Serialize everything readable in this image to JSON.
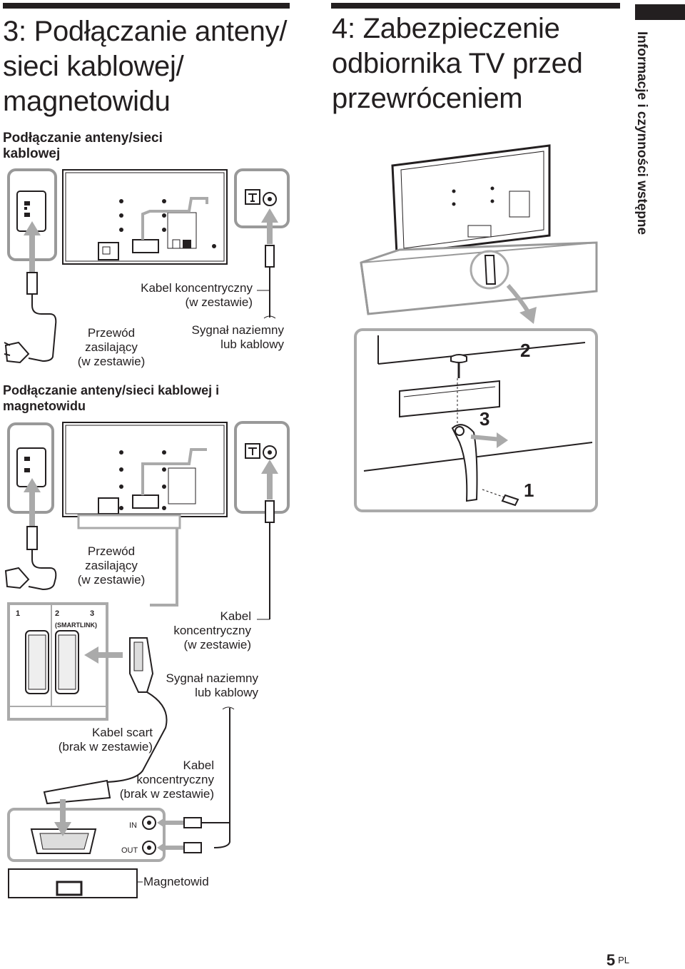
{
  "left": {
    "title_lines": [
      "3: Podłączanie anteny/",
      "sieci kablowej/",
      "magnetowidu"
    ],
    "subtitle1_lines": [
      "Podłączanie anteny/sieci",
      "kablowej"
    ],
    "fig1": {
      "coax_label_lines": [
        "Kabel koncentryczny",
        "(w zestawie)"
      ],
      "power_label_lines": [
        "Przewód",
        "zasilający",
        "(w zestawie)"
      ],
      "signal_label_lines": [
        "Sygnał naziemny",
        "lub kablowy"
      ]
    },
    "subtitle2_lines": [
      "Podłączanie anteny/sieci kablowej i",
      "magnetowidu"
    ],
    "fig2": {
      "power_label_lines": [
        "Przewód",
        "zasilający",
        "(w zestawie)"
      ],
      "coax_label_lines": [
        "Kabel",
        "koncentryczny",
        "(w zestawie)"
      ],
      "signal_label_lines": [
        "Sygnał naziemny",
        "lub kablowy"
      ],
      "scart_label_lines": [
        "Kabel scart",
        "(brak w zestawie)"
      ],
      "coax2_label_lines": [
        "Kabel",
        "koncentryczny",
        "(brak w zestawie)"
      ],
      "port1": "1",
      "port2": "2",
      "port3": "3",
      "smartlink": "(SMARTLINK)",
      "in_label": "IN",
      "out_label": "OUT",
      "vcr_label": "Magnetowid"
    }
  },
  "right": {
    "title_lines": [
      "4: Zabezpieczenie",
      "odbiornika TV przed",
      "przewróceniem"
    ],
    "step1": "1",
    "step2": "2",
    "step3": "3"
  },
  "side_tab_text": "Informacje i czynności wstępne",
  "footer": {
    "page": "5",
    "lang": "PL"
  },
  "icons": [
    "power-socket-icon",
    "antenna-socket-icon",
    "scart-connector-icon",
    "screw-icon",
    "plug-icon"
  ]
}
